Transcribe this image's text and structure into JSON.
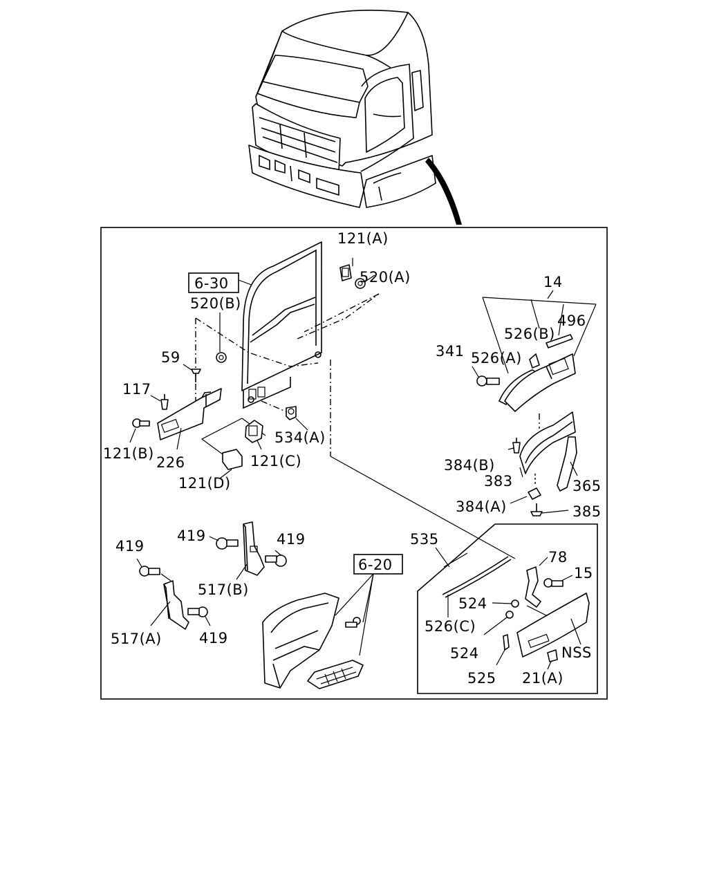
{
  "diagram": {
    "ref_boxes": [
      "6-30",
      "6-20"
    ],
    "labels": {
      "l121a": "121(A)",
      "l520a": "520(A)",
      "l520b": "520(B)",
      "l59": "59",
      "l117": "117",
      "l121b": "121(B)",
      "l226": "226",
      "l121d": "121(D)",
      "l121c": "121(C)",
      "l534a": "534(A)",
      "l14": "14",
      "l526b": "526(B)",
      "l496": "496",
      "l341": "341",
      "l526a": "526(A)",
      "l384b": "384(B)",
      "l383": "383",
      "l365": "365",
      "l384a": "384(A)",
      "l385": "385",
      "l535": "535",
      "l78": "78",
      "l15": "15",
      "l524a": "524",
      "l526c": "526(C)",
      "l524b": "524",
      "lnss": "NSS",
      "l525": "525",
      "l21a": "21(A)",
      "l419a": "419",
      "l419b": "419",
      "l419c": "419",
      "l419d": "419",
      "l517b": "517(B)",
      "l517a": "517(A)"
    }
  }
}
